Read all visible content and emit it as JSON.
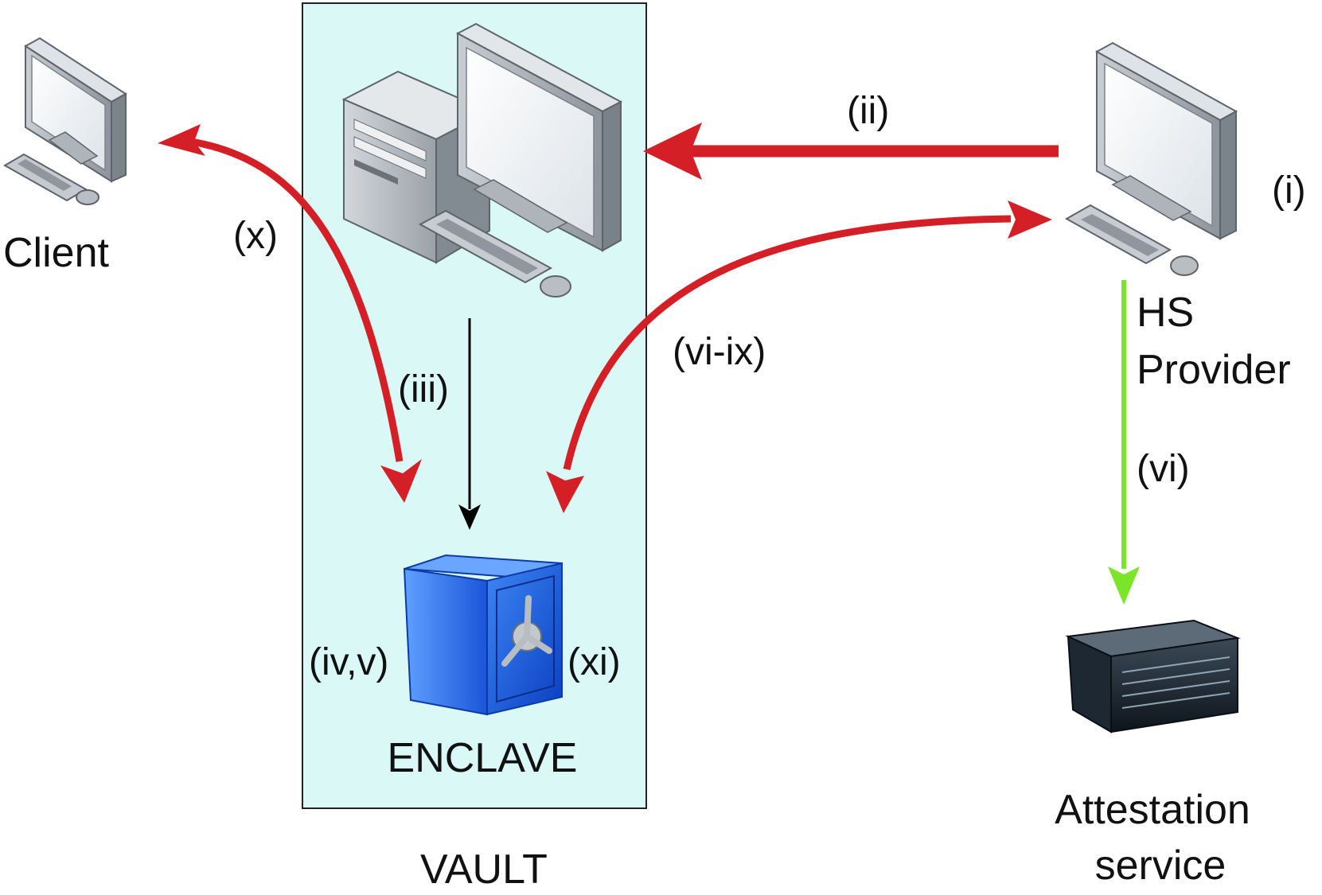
{
  "nodes": {
    "client": {
      "label": "Client",
      "icon": "desktop-computer-icon"
    },
    "vault": {
      "label": "VAULT",
      "icon": "tower-workstation-icon",
      "fill": "#d9f8f6"
    },
    "enclave": {
      "label": "ENCLAVE",
      "icon": "blue-safe-icon",
      "color": "#1f5fe0"
    },
    "hs_provider": {
      "label_line1": "HS",
      "label_line2": "Provider",
      "icon": "desktop-computer-icon"
    },
    "attestation": {
      "label_line1": "Attestation",
      "label_line2": "service",
      "icon": "rack-server-icon"
    }
  },
  "steps": {
    "i": "(i)",
    "ii": "(ii)",
    "iii": "(iii)",
    "iv_v": "(iv,v)",
    "vi": "(vi)",
    "vi_ix": "(vi-ix)",
    "x": "(x)",
    "xi": "(xi)"
  },
  "colors": {
    "flow_red": "#d41f26",
    "flow_green": "#7be52a",
    "flow_black": "#000000"
  }
}
